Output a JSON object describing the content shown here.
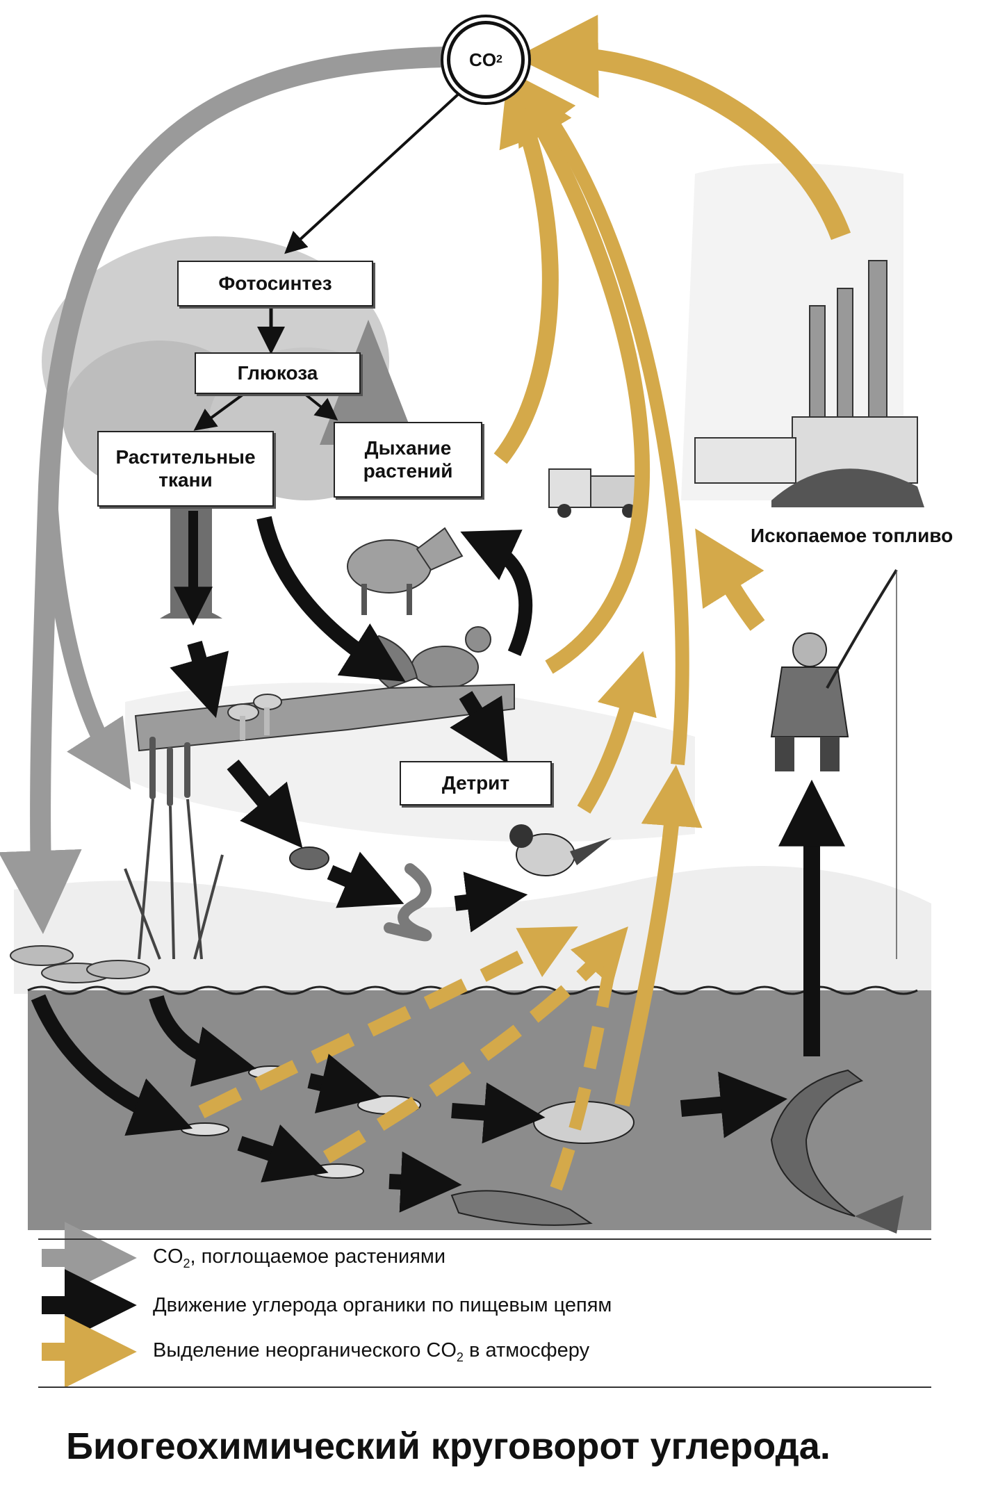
{
  "co2_label": "CO",
  "co2_sub": "2",
  "boxes": {
    "photosynthesis": "Фотосинтез",
    "glucose": "Глюкоза",
    "plant_tissue": "Растительные\nткани",
    "plant_respiration": "Дыхание\nрастений",
    "detritus": "Детрит"
  },
  "fossil_fuel_label": "Ископаемое топливо",
  "legend": [
    {
      "prefix": "CO",
      "sub": "2",
      "text": ", поглощаемое растениями",
      "color": "#9a9a9a"
    },
    {
      "prefix": "",
      "sub": "",
      "text": "Движение углерода органики по пищевым цепям",
      "color": "#111111"
    },
    {
      "prefix": "Выделение неорганического CO",
      "sub": "2",
      "text": " в атмосферу",
      "color": "#d4a94a"
    }
  ],
  "title": "Биогеохимический круговорот углерода.",
  "colors": {
    "gray_arrow": "#9a9a9a",
    "black_arrow": "#111111",
    "gold_arrow": "#d4a94a",
    "water": "#8c8c8c"
  },
  "icons": [
    "tree-icon",
    "fox-icon",
    "squirrel-icon",
    "mushroom-icon",
    "beetle-icon",
    "worm-icon",
    "bird-icon",
    "fisherman-icon",
    "factory-icon",
    "truck-icon",
    "fish-icon",
    "crayfish-icon",
    "pike-icon",
    "reeds-icon"
  ]
}
